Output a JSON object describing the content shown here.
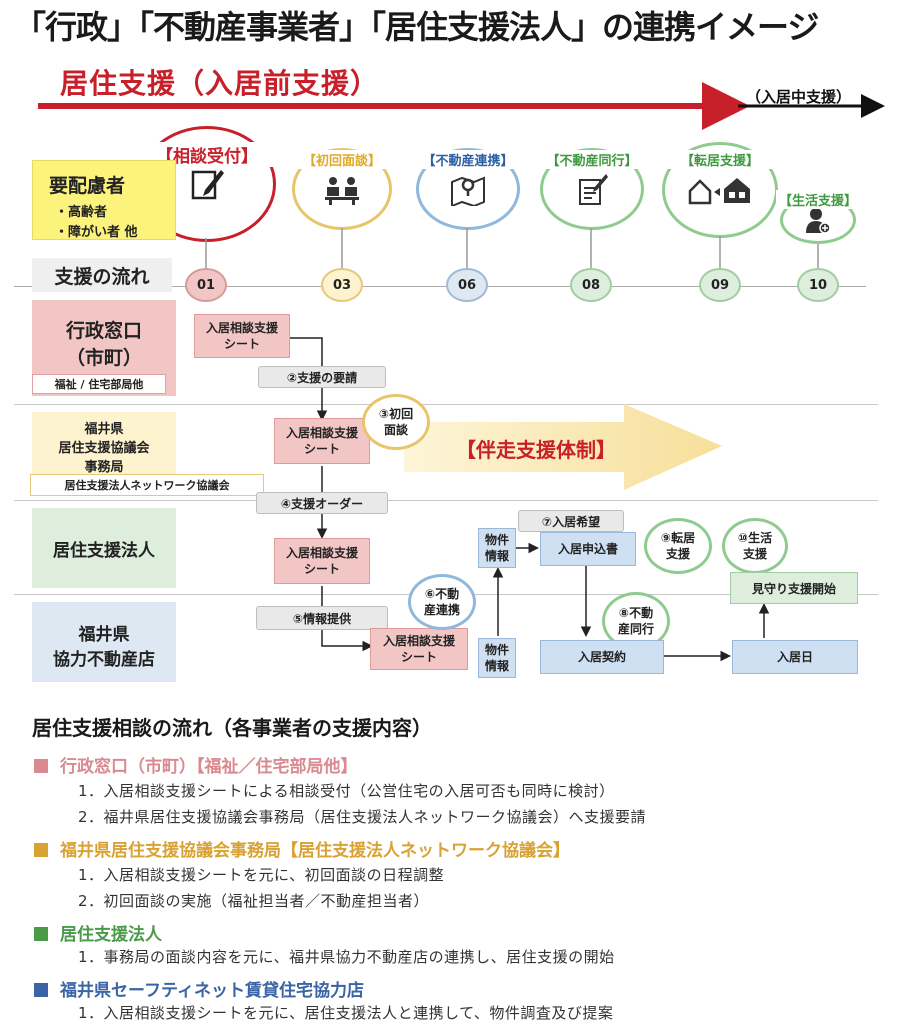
{
  "title": "「行政」「不動産事業者」「居住支援法人」の連携イメージ",
  "timeline": {
    "main_label": "居住支援（入居前支援）",
    "after_label": "（入居中支援）"
  },
  "stages": [
    {
      "label": "【相談受付】",
      "num": "01",
      "icon": "pen-paper-icon",
      "color": "#c8202a"
    },
    {
      "label": "【初回面談】",
      "num": "03",
      "icon": "meeting-icon",
      "color": "#e0a92a"
    },
    {
      "label": "【不動産連携】",
      "num": "06",
      "icon": "map-pin-icon",
      "color": "#2d5fa3"
    },
    {
      "label": "【不動産同行】",
      "num": "08",
      "icon": "document-sign-icon",
      "color": "#3f9a3f"
    },
    {
      "label": "【転居支援】",
      "num": "09",
      "icon": "house-move-icon",
      "color": "#3f9a3f"
    },
    {
      "label": "【生活支援】",
      "num": "10",
      "icon": "person-support-icon",
      "color": "#3f9a3f"
    }
  ],
  "target": {
    "title": "要配慮者",
    "lines": [
      "・高齢者",
      "・障がい者 他"
    ]
  },
  "flow_label": "支援の流れ",
  "rows": {
    "gyosei": {
      "title1": "行政窓口",
      "title2": "（市町）",
      "sub": "福祉 / 住宅部局他"
    },
    "kyogikai": {
      "title1": "福井県",
      "title2": "居住支援協議会",
      "title3": "事務局",
      "sub": "居住支援法人ネットワーク協議会"
    },
    "hojin": {
      "title": "居住支援法人"
    },
    "fudosan": {
      "title1": "福井県",
      "title2": "協力不動産店"
    }
  },
  "flow": {
    "sheet_line1": "入居相談支援",
    "sheet_line2": "シート",
    "step2": "②支援の要請",
    "step3_line1": "③初回",
    "step3_line2": "面談",
    "banzo": "【伴走支援体制】",
    "step4": "④支援オーダー",
    "step5": "⑤情報提供",
    "step6_line1": "⑥不動",
    "step6_line2": "産連携",
    "step7": "⑦入居希望",
    "bukken_line1": "物件",
    "bukken_line2": "情報",
    "moushikomi": "入居申込書",
    "keiyaku": "入居契約",
    "step8_line1": "⑧不動",
    "step8_line2": "産同行",
    "step9_line1": "⑨転居",
    "step9_line2": "支援",
    "step10_line1": "⑩生活",
    "step10_line2": "支援",
    "mimamori": "見守り支援開始",
    "nyukyobi": "入居日"
  },
  "section": {
    "title": "居住支援相談の流れ（各事業者の支援内容）",
    "groups": [
      {
        "name": "行政窓口（市町）【福祉／住宅部局他】",
        "color": "#d98a8f",
        "items": [
          "1．入居相談支援シートによる相談受付（公営住宅の入居可否も同時に検討）",
          "2．福井県居住支援協議会事務局（居住支援法人ネットワーク協議会）へ支援要請"
        ]
      },
      {
        "name": "福井県居住支援協議会事務局【居住支援法人ネットワーク協議会】",
        "color": "#d9a233",
        "items": [
          "1．入居相談支援シートを元に、初回面談の日程調整",
          "2．初回面談の実施（福祉担当者／不動産担当者）"
        ]
      },
      {
        "name": "居住支援法人",
        "color": "#4a9a4a",
        "items": [
          "1．事務局の面談内容を元に、福井県協力不動産店の連携し、居住支援の開始"
        ]
      },
      {
        "name": "福井県セーフティネット賃貸住宅協力店",
        "color": "#3a64a6",
        "items": [
          "1．入居相談支援シートを元に、居住支援法人と連携して、物件調査及び提案"
        ]
      }
    ]
  }
}
